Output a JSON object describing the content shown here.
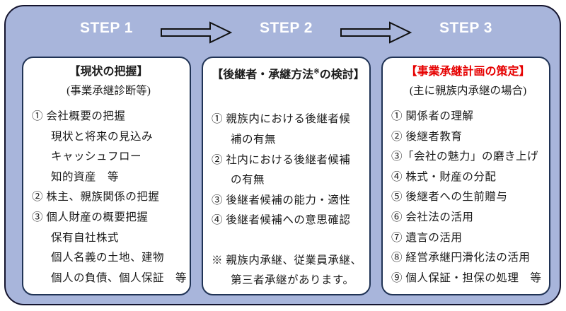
{
  "colors": {
    "panel-bg": "#a8b5db",
    "panel-border": "#14142e",
    "card-bg": "#ffffff",
    "card-border": "#203355",
    "step-text": "#ffffff",
    "title-red": "#e60000",
    "text": "#1b1b1b",
    "outline": "#111111"
  },
  "header": {
    "steps": [
      "STEP 1",
      "STEP 2",
      "STEP 3"
    ],
    "arrow_icon": "right-arrow"
  },
  "cards": [
    {
      "title": "【現状の把握】",
      "subtitle": "(事業承継診断等)",
      "lines": [
        "① 会社概要の把握",
        "現状と将来の見込み",
        "キャッシュフロー",
        "知的資産　等",
        "② 株主、親族関係の把握",
        "③ 個人財産の概要把握",
        "保有自社株式",
        "個人名義の土地、建物",
        "個人の負債、個人保証　等"
      ]
    },
    {
      "title_pre": "【後継者・承継方法",
      "title_sup": "※",
      "title_post": "の検討】",
      "lines": [
        "① 親族内における後継者候",
        "補の有無",
        "② 社内における後継者候補",
        "の有無",
        "③ 後継者候補の能力・適性",
        "④ 後継者候補への意思確認"
      ],
      "note": [
        "※ 親族内承継、従業員承継、",
        "第三者承継があります。"
      ]
    },
    {
      "title": "【事業承継計画の策定】",
      "subtitle": "(主に親族内承継の場合)",
      "lines": [
        "① 関係者の理解",
        "② 後継者教育",
        "③「会社の魅力」の磨き上げ",
        "④ 株式・財産の分配",
        "⑤ 後継者への生前贈与",
        "⑥ 会社法の活用",
        "⑦ 遺言の活用",
        "⑧ 経営承継円滑化法の活用",
        "⑨ 個人保証・担保の処理　等"
      ]
    }
  ]
}
